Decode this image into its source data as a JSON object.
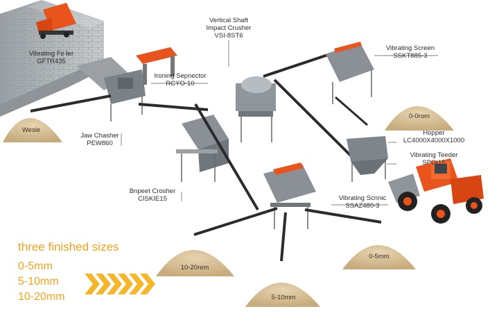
{
  "colors": {
    "accent_orange": "#e8541c",
    "sizes_text": "#f3a21b",
    "chevron": "#f6b62b",
    "sand": "#d9c19a",
    "steel": "#7a8187",
    "belt": "#2b2b2b"
  },
  "labels": {
    "vibrating_feeder_top": {
      "line1": "Vibrating Fe ier",
      "line2": "GFTR435"
    },
    "iron_separator": {
      "line1": "Ironing Sepnector",
      "line2": "RCYO-10"
    },
    "vsi": {
      "line1": "Vertical Shaft",
      "line2": "Impact Crusher",
      "line3": "VSI-8ST6"
    },
    "vibrating_screen_top": {
      "line1": "Vibrating Screen",
      "line2": "SSKT885-3"
    },
    "jaw_crusher": {
      "line1": "Jaw Chasher",
      "line2": "PEW860"
    },
    "hopper": {
      "line1": "Hopper",
      "line2": "LC4000X4000X1000"
    },
    "vibrating_feeder_right": {
      "line1": "Vibrating Teeder",
      "line2": "SPOI15"
    },
    "impact_crusher": {
      "line1": "Bnpeet Crosher",
      "line2": "CISKIE15"
    },
    "vibrating_screen_mid": {
      "line1": "Vibrating Scnnic",
      "line2": "SSAZ480-3"
    }
  },
  "piles": {
    "waste": "Wesle",
    "top_right": "0-0rom",
    "left": "10-20rem",
    "center": "5-10mm",
    "right": "0-5mm"
  },
  "sizes": {
    "title": "three finished sizes",
    "items": [
      "0-5mm",
      "5-10mm",
      "10-20mm"
    ]
  }
}
